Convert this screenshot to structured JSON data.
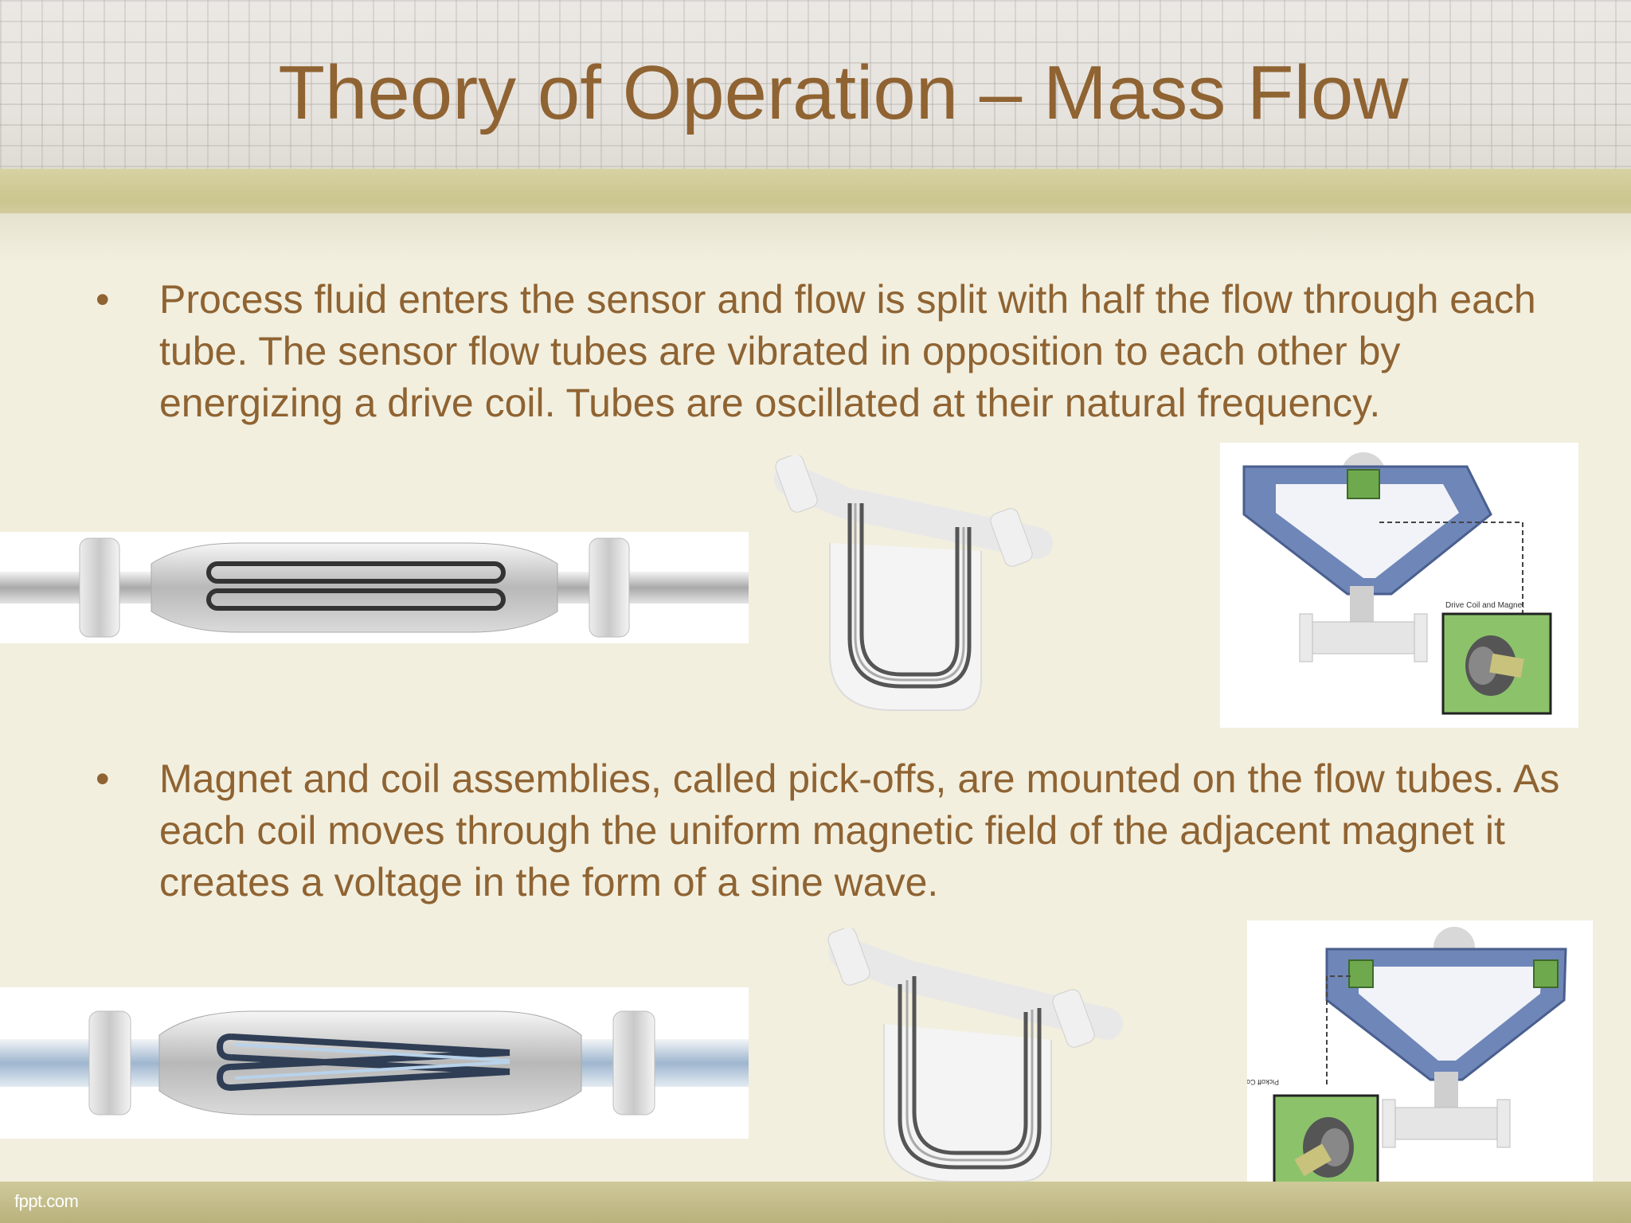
{
  "title": "Theory of Operation – Mass Flow",
  "bullets": [
    {
      "symbol": "•",
      "text": "Process fluid enters the sensor and flow is split with half the flow through each tube. The sensor flow tubes are vibrated in opposition to each other by energizing a drive coil. Tubes are oscillated at their natural frequency."
    },
    {
      "symbol": "•",
      "text": "Magnet and coil assemblies, called pick-offs, are mounted on the flow tubes. As each coil moves through the uniform magnetic field of the adjacent magnet it creates a voltage in the form of a sine wave."
    }
  ],
  "figures": {
    "drive_label": "Drive Coil and Magnet",
    "pickoff_label": "Pickoff Coils and Magnet"
  },
  "footer": {
    "brand": "fppt.com"
  },
  "colors": {
    "title": "#8f6332",
    "text": "#8f6332",
    "accent_green": "#8cc36a",
    "tube_blue": "#6f86b8"
  }
}
